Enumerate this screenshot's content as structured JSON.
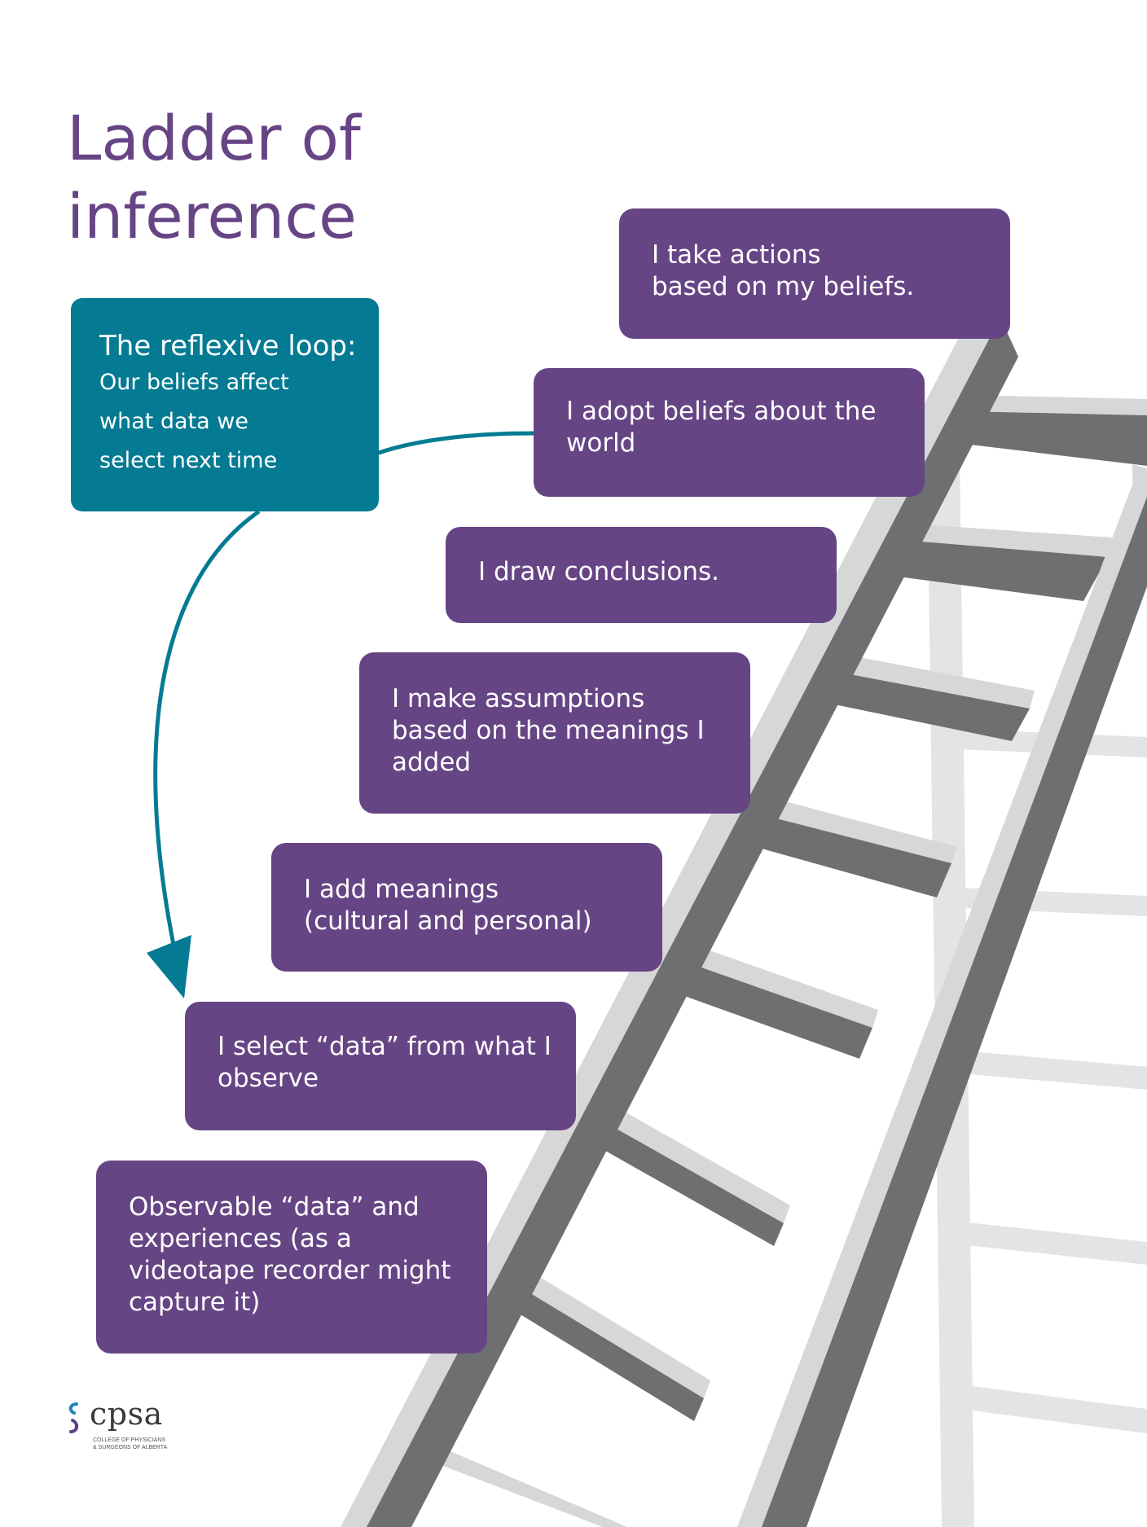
{
  "title": {
    "line1": "Ladder of",
    "line2": "inference"
  },
  "reflexive_loop": {
    "heading": "The reflexive loop:",
    "lines": [
      "Our beliefs affect",
      "what data we",
      "select next time"
    ]
  },
  "rungs": [
    {
      "lines": [
        "I take actions",
        "based on my beliefs."
      ]
    },
    {
      "lines": [
        "I adopt beliefs about the",
        "world"
      ]
    },
    {
      "lines": [
        "I draw conclusions."
      ]
    },
    {
      "lines": [
        "I make assumptions",
        "based on the meanings I",
        "added"
      ]
    },
    {
      "lines": [
        "I add meanings",
        "(cultural and personal)"
      ]
    },
    {
      "lines": [
        "I select “data” from what I",
        "observe"
      ]
    },
    {
      "lines": [
        "Observable “data” and",
        "experiences (as a",
        "videotape recorder might",
        "capture it)"
      ]
    }
  ],
  "logo": {
    "name": "cpsa",
    "subtitle_line1": "COLLEGE OF PHYSICIANS",
    "subtitle_line2": "& SURGEONS OF ALBERTA"
  },
  "colors": {
    "purple": "#664585",
    "teal": "#047b93",
    "ladder_dark": "#6e6f70",
    "ladder_light": "#d7d7d8",
    "ladder_back": "#e4e4e5"
  }
}
